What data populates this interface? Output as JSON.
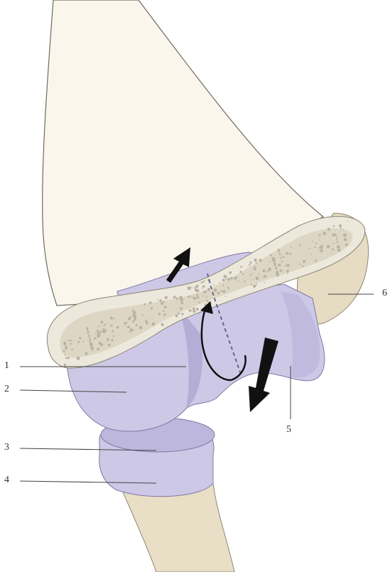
{
  "colors": {
    "background": "#ffffff",
    "bone_shaft": "#faf6ec",
    "bone_outline": "#6f6a5e",
    "cartilage": "#cdc8e6",
    "cartilage_shade": "#a9a2cc",
    "cut_surface": "#ece8dc",
    "spongy_dots": "#b9b2a2",
    "radius_bone": "#e8dfc6",
    "arrow": "#111111",
    "leader_line": "#444444",
    "label_text": "#333333"
  },
  "labels": [
    {
      "id": "1",
      "text": "1"
    },
    {
      "id": "2",
      "text": "2"
    },
    {
      "id": "3",
      "text": "3"
    },
    {
      "id": "4",
      "text": "4"
    },
    {
      "id": "5",
      "text": "5"
    },
    {
      "id": "6",
      "text": "6"
    }
  ]
}
